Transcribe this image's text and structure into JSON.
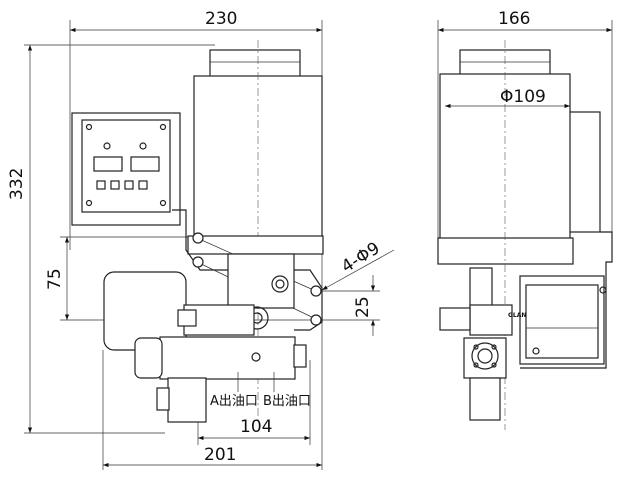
{
  "drawing": {
    "front_view": {
      "overall_width": "230",
      "overall_height": "332",
      "mount_height": "75",
      "hole_spec": "4-Φ9",
      "hole_spacing": "25",
      "outlet_span": "104",
      "base_width": "201",
      "outlet_a_label": "A出油口",
      "outlet_b_label": "B出油口"
    },
    "side_view": {
      "overall_width": "166",
      "tank_diameter": "Φ109",
      "junction_box_label": "GLAN"
    }
  }
}
